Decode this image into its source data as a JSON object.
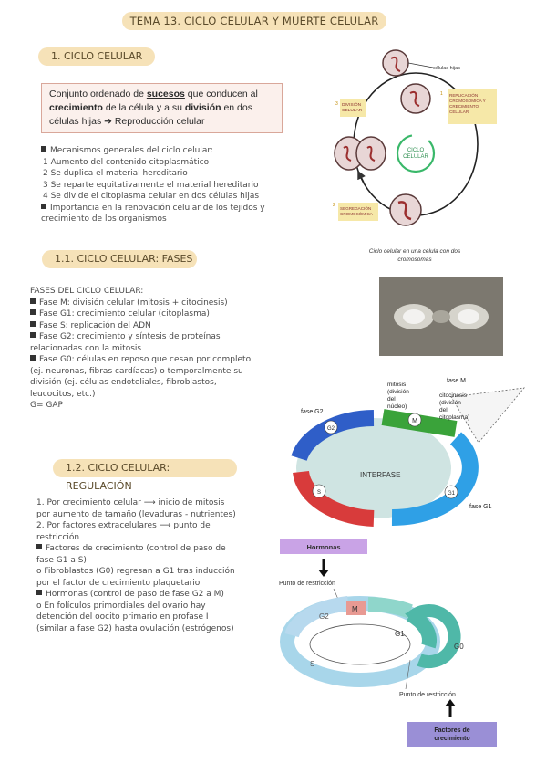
{
  "title": "TEMA 13. CICLO CELULAR Y MUERTE CELULAR",
  "section1": {
    "heading": "1.   CICLO CELULAR",
    "definition_parts": [
      "Conjunto ordenado de ",
      "sucesos",
      " que conducen al ",
      "crecimiento",
      " de la célula y a su ",
      "división",
      " en dos células hijas ",
      "➔ Reproducción celular"
    ],
    "lines": [
      "Mecanismos generales del ciclo celular:",
      "1   Aumento del contenido citoplasmático",
      "2   Se duplica el material hereditario",
      "3   Se reparte equitativamente el material hereditario",
      "4   Se divide el citoplasma celular en dos células hijas",
      "Importancia en la renovación celular de los tejidos y crecimiento de los organismos"
    ]
  },
  "section2": {
    "heading": "1.1. CICLO CELULAR: FASES",
    "intro": "FASES DEL CICLO CELULAR:",
    "items": [
      "Fase M: división celular (mitosis + citocinesis)",
      "Fase G1: crecimiento celular (citoplasma)",
      "Fase S: replicación del ADN",
      "Fase G2: crecimiento y síntesis de proteínas relacionadas con la mitosis",
      "Fase G0: células en reposo que cesan por completo (ej. neuronas, fibras cardíacas) o temporalmente su división (ej. células endoteliales, fibroblastos, leucocitos, etc.)"
    ],
    "gap": "G= GAP"
  },
  "section3": {
    "heading": "1.2. CICLO CELULAR: REGULACIÓN",
    "lines": [
      "1. Por crecimiento celular ⟶ inicio de mitosis por aumento de tamaño (levaduras - nutrientes)",
      "2. Por factores extracelulares ⟶ punto de restricción",
      "Factores de crecimiento (control de paso de fase G1 a S)",
      "o Fibroblastos (G0) regresan a G1 tras inducción por el factor de crecimiento plaquetario",
      "Hormonas (control de paso de fase G2 a M)",
      "o En folículos primordiales del ovario hay detención del oocito primario en profase I (similar a fase G2) hasta ovulación (estrógenos)"
    ]
  },
  "diagram1": {
    "celulas_hijas": "células hijas",
    "division": "DIVISIÓN CELULAR",
    "replicacion": "REPLICACIÓN CROMOSÓMICA Y CRECIMIENTO CELULAR",
    "segregacion": "SEGREGACIÓN CROMOSÓMICA",
    "center": "CICLO CELULAR",
    "num1": "1",
    "num2": "2",
    "num3": "3",
    "caption": "Ciclo celular en una célula con dos cromosomas"
  },
  "diagram2": {
    "fase_m": "fase M",
    "mitosis": "mitosis (división del núcleo)",
    "citocinesis": "citocinesis (división del citoplasma)",
    "fase_g2": "fase G2",
    "interfase": "INTERFASE",
    "fase_g1": "fase G1",
    "m": "M",
    "g2": "G2",
    "s": "S",
    "g1": "G1"
  },
  "diagram3": {
    "hormonas": "Hormonas",
    "punto1": "Punto de restricción",
    "punto2": "Punto de restricción",
    "factores": "Factores de crecimiento",
    "g2": "G2",
    "m": "M",
    "g1": "G1",
    "g0": "G0",
    "s": "S"
  },
  "colors": {
    "heading_bg": "#f6e2b8",
    "box_border": "#d9a79a",
    "g2": "#2f5ec8",
    "m": "#3aa33a",
    "g1": "#2fa0e6",
    "s": "#d83b3b",
    "hormonas_bg": "#c9a3e6",
    "factores_bg": "#9a8fd6"
  }
}
